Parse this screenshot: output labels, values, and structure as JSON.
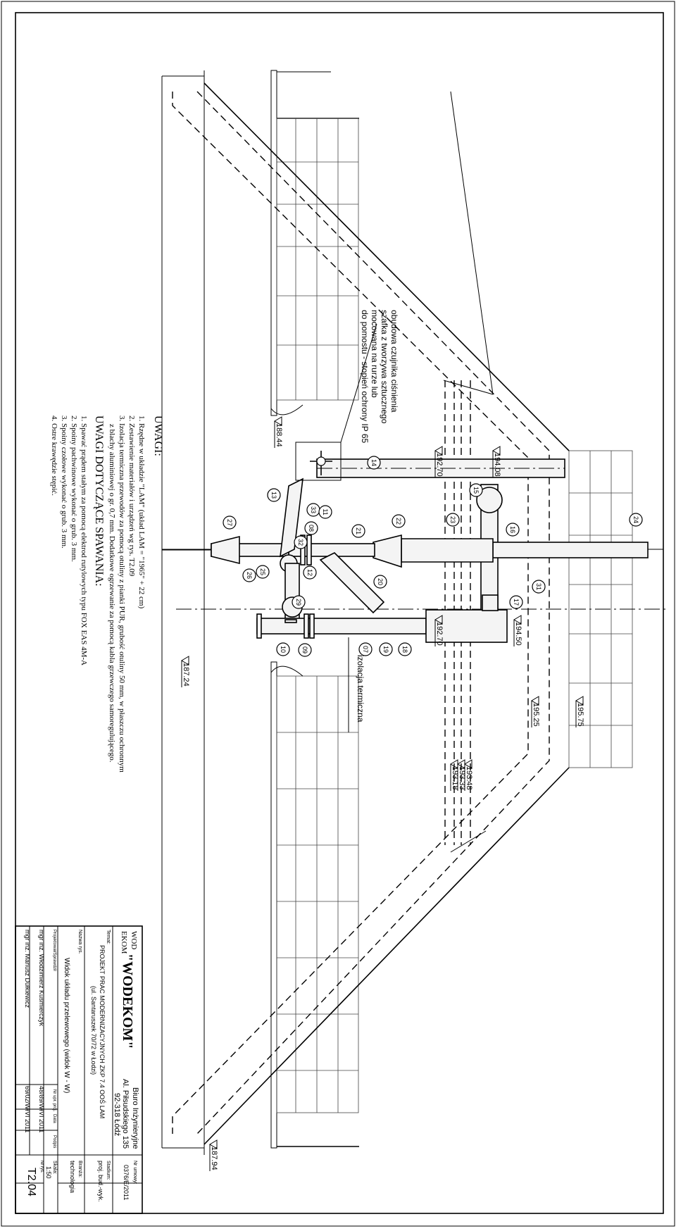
{
  "notes": {
    "title": "UWAGI:",
    "items": [
      "1. Rzędne w układzie \"LAM\" (układ LAM = \"1965\" + 22 cm)",
      "2. Zestawienie materiałów i urządzeń wg rys. T2.09",
      "3. Izolacja termiczna przewodów za pomocą otuliny z pianki PUR, grubość otuliny 50 mm, w płaszczu ochronnym",
      "z blachy aluminiowej o gr. 0,7 mm. Dodatkowe ogrzewanie za pomocą kabla grzewczego samoregulującego."
    ]
  },
  "welding": {
    "title": "UWAGI DOTYCZĄCE SPAWANIA:",
    "items": [
      "1. Spawać prądem stałym za pomocą elektrod rutylowych typu FOX EAS 4M-A",
      "2. Spoiny pachwinowe wykonać o grub. 3 mm.",
      "3. Spoiny czołowe wykonać o grub. 3 mm.",
      "4. Ostre krawędzie stępić."
    ]
  },
  "callouts": {
    "sensor_housing": [
      "obudowa czujnika ciśnienia",
      "szafka z tworzywa sztucznego",
      "mocowana na rurze lub",
      "do pomostu - stopień ochrony IP 65"
    ],
    "insulation": "izolacja termiczna"
  },
  "elevations": [
    "188.44",
    "192.70",
    "194.08",
    "192.70",
    "194.50",
    "195.25",
    "195.75",
    "187.24",
    "193.48",
    "193.33",
    "193.18",
    "187.94"
  ],
  "item_numbers": [
    "14",
    "15",
    "13",
    "33",
    "11",
    "08",
    "32",
    "21",
    "22",
    "23",
    "16",
    "24",
    "27",
    "26",
    "25",
    "12",
    "20",
    "31",
    "17",
    "29",
    "10",
    "09",
    "07",
    "19",
    "18"
  ],
  "title_block": {
    "logo_top": "WOD",
    "logo_bottom": "EKOM",
    "company": "\"WODEKOM\"",
    "office": "Biuro Inżynieryjne",
    "address": "Al. Piłsudskiego 135",
    "city": "92-318 Łódź",
    "contract_label": "Nr umowy:",
    "contract_value": "0376/E/2011",
    "topic_label": "Temat:",
    "topic_line1": "PROJEKT PRAC MODERNIZACYJNYCH ZKP 7.4 OOŚ LAM",
    "topic_line2": "(ul. Santaruszek 70/72 w Łodzi)",
    "stage_label": "Stadium:",
    "stage_value": "proj. bud.-wyk.",
    "branch_label": "Branża:",
    "branch_value": "technologia",
    "drawing_name_label": "Nazwa rys.",
    "drawing_name": "Widok układu przelewowego (widok W - W)",
    "scale_label": "Skala:",
    "scale_value": "1:50",
    "designed_label": "Projektował/Sprawdził",
    "perm_label": "Nr upr. proj.",
    "date_label": "Data",
    "sign_label": "Podpis",
    "drawing_no_label": "Nr rys.",
    "drawing_no": "T2.04",
    "people": [
      {
        "name": "mgr inż. Włodzimierz Kuśmierczyk",
        "perm": "48/89/Wł",
        "date": "VI 2011"
      },
      {
        "name": "mgr inż. Mariusz Dułkiewicz",
        "perm": "69/02/Wł",
        "date": "VI 2011"
      }
    ]
  }
}
